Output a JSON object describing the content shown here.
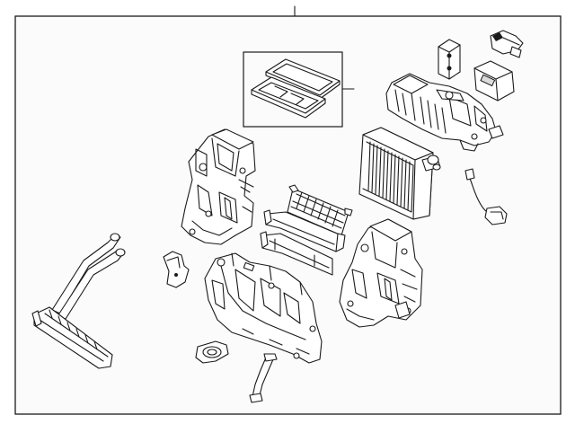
{
  "diagram": {
    "parts": [
      {
        "name": "heater-core"
      },
      {
        "name": "heater-core-clip"
      },
      {
        "name": "left-heater-case"
      },
      {
        "name": "lower-heater-case"
      },
      {
        "name": "drain-hose-bracket"
      },
      {
        "name": "drain-hose"
      },
      {
        "name": "mode-door-upper"
      },
      {
        "name": "mode-door-middle"
      },
      {
        "name": "mode-door-lower"
      },
      {
        "name": "right-heater-case"
      },
      {
        "name": "evaporator-core"
      },
      {
        "name": "sensor-harness"
      },
      {
        "name": "blower-housing"
      },
      {
        "name": "filter-frame-upper"
      },
      {
        "name": "filter-frame-lower"
      },
      {
        "name": "grommet"
      },
      {
        "name": "actuator-motor"
      },
      {
        "name": "resistor"
      }
    ]
  }
}
